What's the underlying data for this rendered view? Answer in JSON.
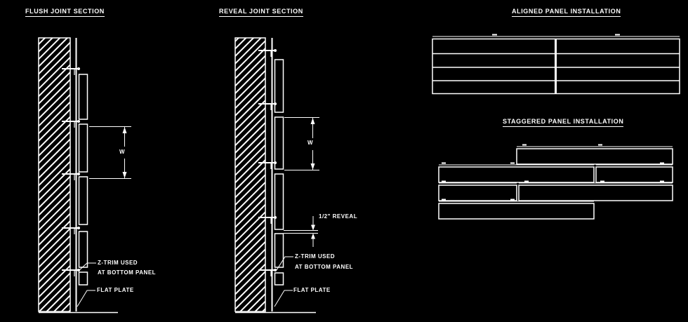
{
  "canvas": {
    "background_color": "#000000",
    "line_color": "#ffffff"
  },
  "sections": {
    "flush_joint": {
      "title": "FLUSH JOINT SECTION",
      "dimension_label": "W",
      "z_trim_label_line1": "Z-TRIM USED",
      "z_trim_label_line2": "AT BOTTOM PANEL",
      "flat_plate_label": "FLAT PLATE"
    },
    "reveal_joint": {
      "title": "REVEAL JOINT SECTION",
      "dimension_label": "W",
      "reveal_label": "1/2\" REVEAL",
      "z_trim_label_line1": "Z-TRIM USED",
      "z_trim_label_line2": "AT BOTTOM PANEL",
      "flat_plate_label": "FLAT PLATE"
    },
    "aligned_panels": {
      "title": "ALIGNED PANEL INSTALLATION"
    },
    "staggered_panels": {
      "title": "STAGGERED PANEL INSTALLATION"
    }
  }
}
